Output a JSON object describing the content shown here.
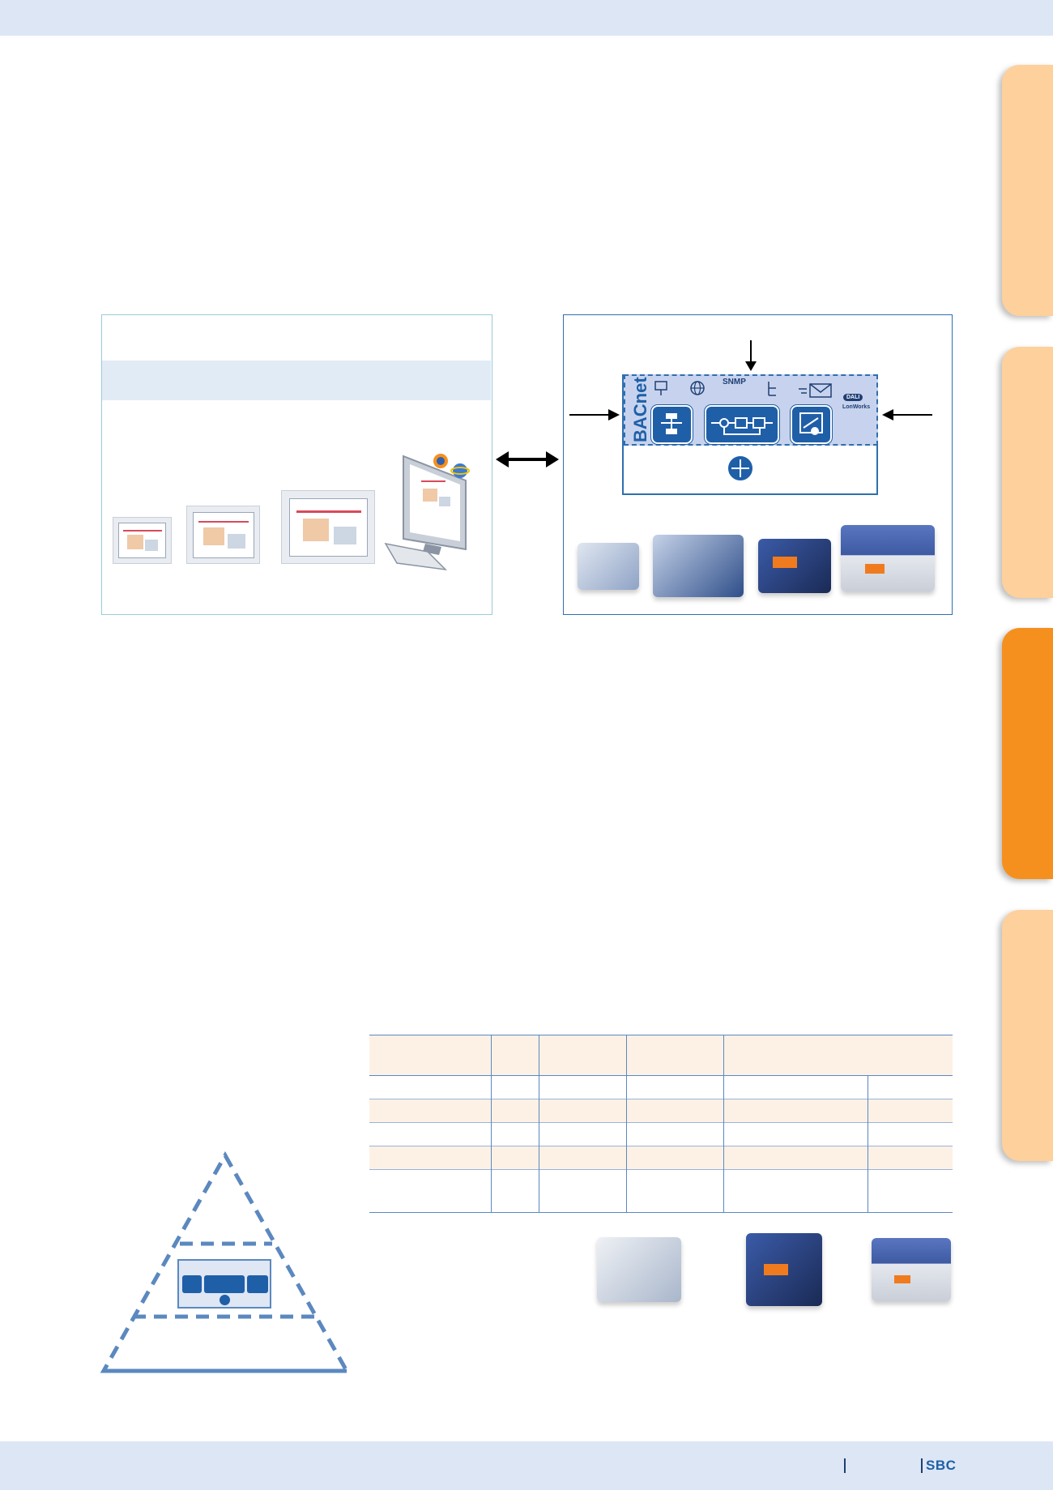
{
  "panel_right": {
    "protocol": "BACnet",
    "snmp": "SNMP",
    "dali": "DALI",
    "lonworks": "LonWorks"
  },
  "footer": {
    "brand": "SBC"
  },
  "icons": {
    "firefox": "firefox-icon",
    "ie": "internet-explorer-icon",
    "monitor": "computer-monitor-icon",
    "arrow_bidirectional": "bidirectional-arrow-icon"
  },
  "colors": {
    "accent_blue": "#1f5fa8",
    "band_blue": "#dde6f4",
    "tab_orange_light": "#fdd09c",
    "tab_orange_active": "#f5901e"
  },
  "table": {
    "rows": 5,
    "columns": 6
  }
}
